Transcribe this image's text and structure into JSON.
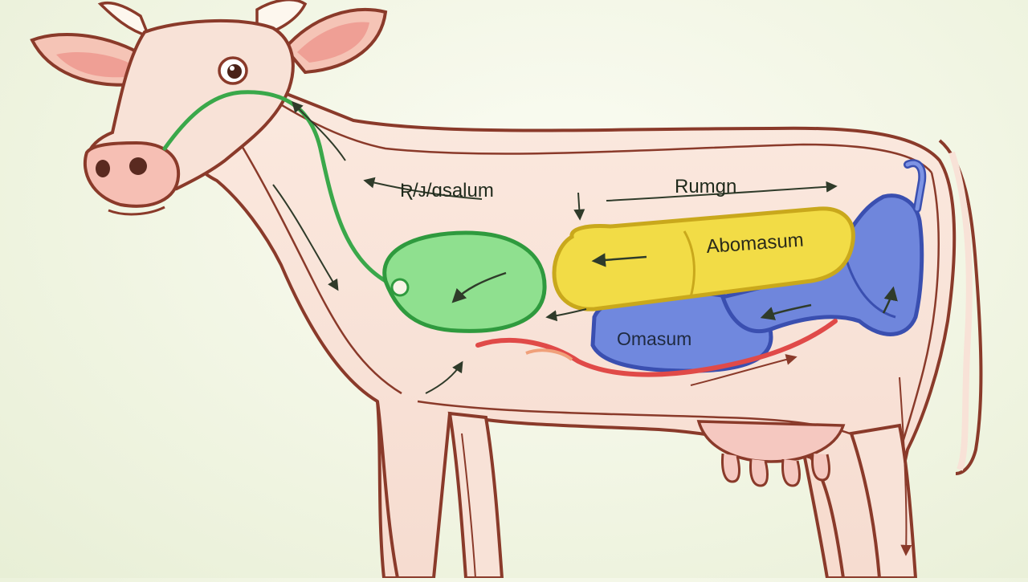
{
  "labels": {
    "reticulum": "Ʀ/ᴊ/ɑsalum",
    "rumen": "Rumgn",
    "abomasum": "Abomasum",
    "omasum": "Omasum"
  },
  "colors": {
    "background": "#f1f5e3",
    "body_fill": "#f8e2d7",
    "outline": "#8a3a2a",
    "esophagus": "#3aa84a",
    "reticulum": "#8fe08f",
    "abomasum": "#f2dc46",
    "omasum": "#6f86dc",
    "intestine": "#e04a48",
    "arrow": "#2f3b2a"
  },
  "icons": [
    "cow-diagram-icon",
    "flow-arrow-icon"
  ]
}
